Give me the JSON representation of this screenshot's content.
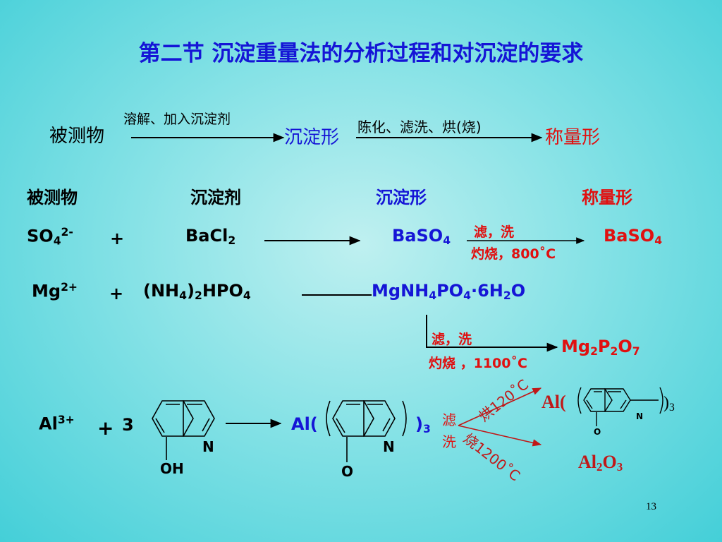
{
  "title": "第二节 沉淀重量法的分析过程和对沉淀的要求",
  "flow": {
    "analyte": "被测物",
    "step1": "溶解、加入沉淀剂",
    "precip_form": "沉淀形",
    "step2": "陈化、滤洗、烘(烧)",
    "weigh_form": "称量形"
  },
  "headers": {
    "analyte": "被测物",
    "reagent": "沉淀剂",
    "precip_form": "沉淀形",
    "weigh_form": "称量形"
  },
  "rxn1": {
    "ion": "SO",
    "ion_sub": "4",
    "ion_sup": "2-",
    "plus": "+",
    "reagent": "BaCl",
    "reagent_sub": "2",
    "precip": "BaSO",
    "precip_sub": "4",
    "cond1": "滤，洗",
    "cond2": "灼烧，800˚C",
    "product": "BaSO",
    "product_sub": "4"
  },
  "rxn2": {
    "ion": "Mg",
    "ion_sup": "2+",
    "plus": "+",
    "r_a": "(NH",
    "r_sub1": "4",
    "r_b": ")",
    "r_sub2": "2",
    "r_c": "HPO",
    "r_sub3": "4",
    "p_a": "MgNH",
    "p_sub1": "4",
    "p_b": "PO",
    "p_sub2": "4",
    "p_c": "·6H",
    "p_sub3": "2",
    "p_d": "O",
    "cond1": "滤，洗",
    "cond2": "灼烧 ，1100˚C",
    "product_a": "Mg",
    "product_sub1": "2",
    "product_b": "P",
    "product_sub2": "2",
    "product_c": "O",
    "product_sub3": "7"
  },
  "rxn3": {
    "ion": "Al",
    "ion_sup": "3+",
    "plus": "+",
    "coef": "3",
    "oh_label": "OH",
    "n_label": "N",
    "complex_al": "Al(",
    "complex_close": ")",
    "complex_sub": "3",
    "o_label": "O",
    "cond_lv": "滤",
    "cond_xi": "洗",
    "cond_hong": "烘120˚C",
    "cond_shao": "烧1200˚C",
    "prod1_al": "Al(",
    "prod1_close": ")",
    "prod1_sub": "3",
    "prod2_a": "Al",
    "prod2_sub1": "2",
    "prod2_b": "O",
    "prod2_sub2": "3"
  },
  "page_number": "13"
}
